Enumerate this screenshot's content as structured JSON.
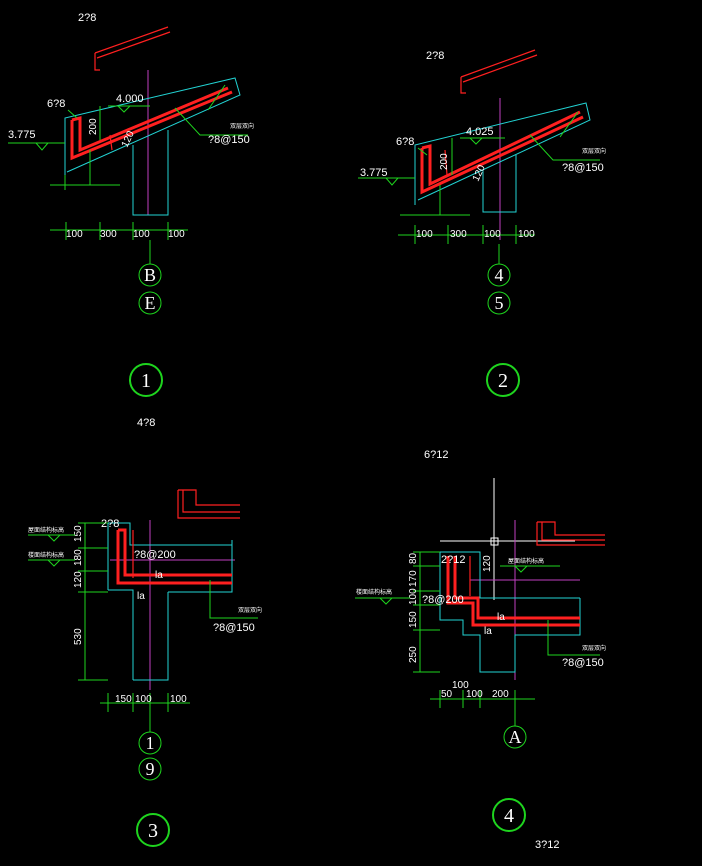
{
  "details": [
    {
      "top_rebar": "2?8",
      "side_rebar": "6?8",
      "level_top": "4.000",
      "level_left": "3.775",
      "dim_vertical": "200",
      "dim_slope": "120",
      "rebar_spacing": "?8@150",
      "note": "双层双向",
      "dims": [
        "100",
        "300",
        "100",
        "100"
      ],
      "axis_a": "B",
      "axis_b": "E",
      "number": "1"
    },
    {
      "top_rebar": "2?8",
      "side_rebar": "6?8",
      "level_top": "4.025",
      "level_left": "3.775",
      "dim_vertical": "200",
      "dim_slope": "120",
      "rebar_spacing": "?8@150",
      "note": "双层双向",
      "dims": [
        "100",
        "300",
        "100",
        "100"
      ],
      "axis_a": "4",
      "axis_b": "5",
      "number": "2"
    },
    {
      "top_rebar": "4?8",
      "inner_rebar": "2?8",
      "stirrup": "?8@200",
      "rebar_spacing": "?8@150",
      "anchor_a": "la",
      "anchor_b": "la",
      "note_top": "屋面结构标高",
      "note_mid": "楼面结构标高",
      "note_right": "双层双向",
      "dims_vertical": [
        "150",
        "180",
        "120",
        "530"
      ],
      "dims": [
        "150",
        "100",
        "100"
      ],
      "axis_a": "1",
      "axis_b": "9",
      "number": "3"
    },
    {
      "top_rebar": "6?12",
      "inner_rebar": "2?12",
      "dim_inner": "120",
      "stirrup": "?8@200",
      "rebar_spacing": "?8@150",
      "anchor_a": "la",
      "anchor_b": "la",
      "note_top": "屋面结构标高",
      "note_mid": "楼面结构标高",
      "note_right": "双层双向",
      "dims_vertical": [
        "80",
        "170",
        "100",
        "150",
        "250"
      ],
      "dim_top": "100",
      "dims": [
        "50",
        "100",
        "200"
      ],
      "axis_a": "A",
      "number": "4",
      "bottom_rebar": "3?12"
    }
  ]
}
